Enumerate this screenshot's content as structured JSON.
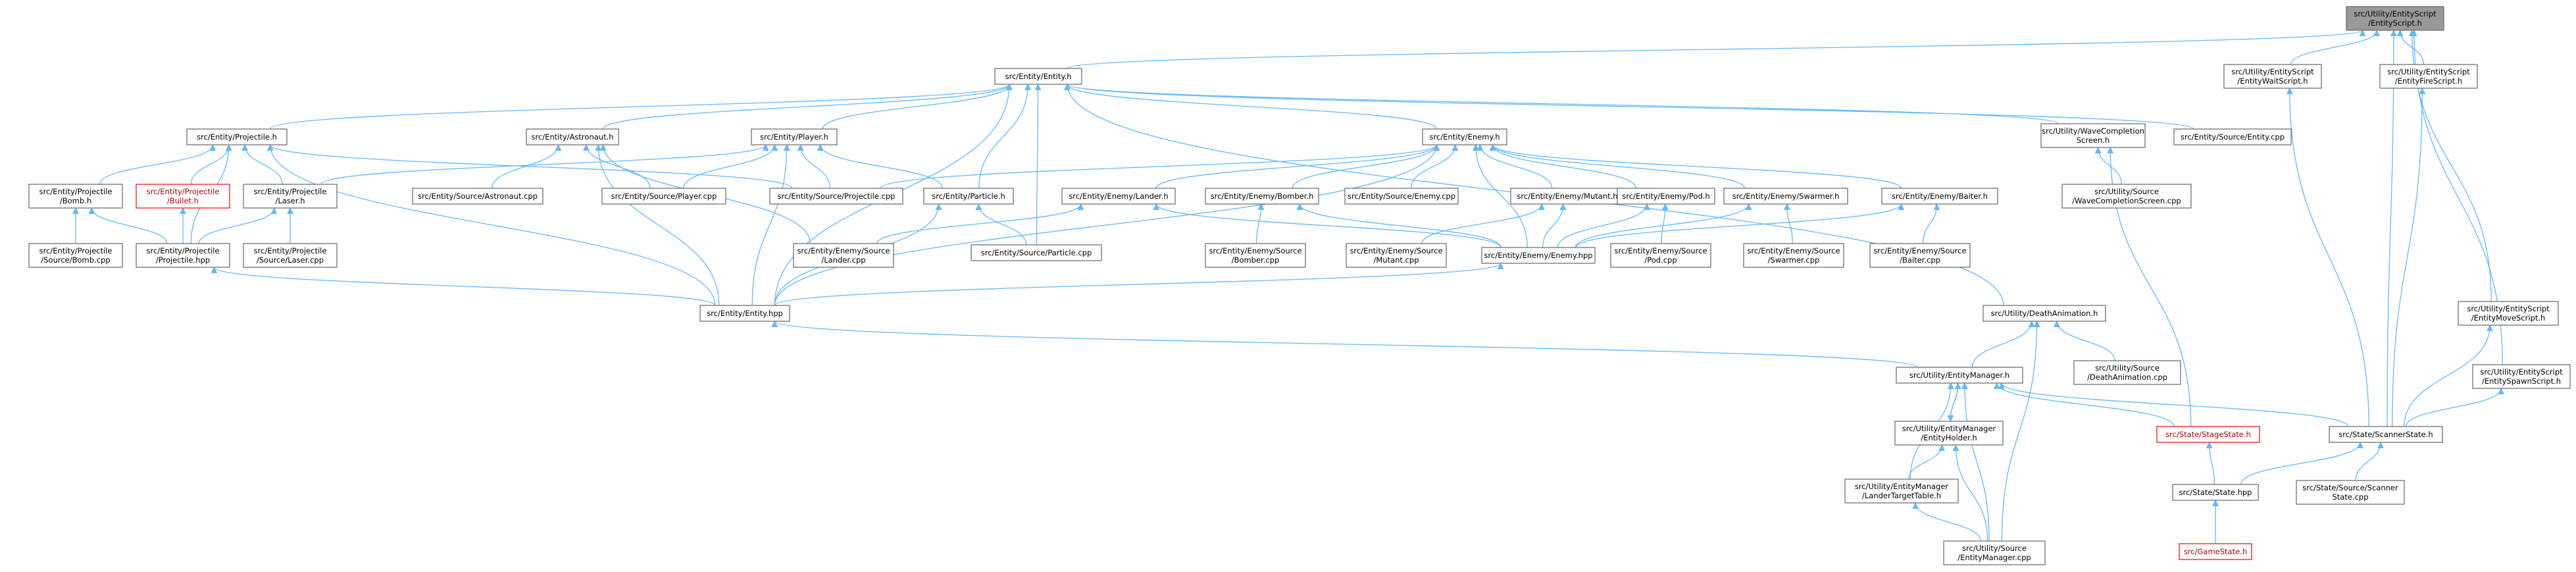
{
  "title": "",
  "nodes": [
    {
      "id": "root",
      "lines": [
        "src/Utility/EntityScript",
        "/EntityScript.h"
      ],
      "style": "root"
    },
    {
      "id": "entityh",
      "lines": [
        "src/Entity/Entity.h"
      ]
    },
    {
      "id": "waitscript",
      "lines": [
        "src/Utility/EntityScript",
        "/EntityWaitScript.h"
      ]
    },
    {
      "id": "firescript",
      "lines": [
        "src/Utility/EntityScript",
        "/EntityFireScript.h"
      ]
    },
    {
      "id": "projectileh",
      "lines": [
        "src/Entity/Projectile.h"
      ]
    },
    {
      "id": "astronauth",
      "lines": [
        "src/Entity/Astronaut.h"
      ]
    },
    {
      "id": "playerh",
      "lines": [
        "src/Entity/Player.h"
      ]
    },
    {
      "id": "enemyh",
      "lines": [
        "src/Entity/Enemy.h"
      ]
    },
    {
      "id": "wavecompletionh",
      "lines": [
        "src/Utility/WaveCompletion",
        "Screen.h"
      ]
    },
    {
      "id": "entitycpp",
      "lines": [
        "src/Entity/Source/Entity.cpp"
      ]
    },
    {
      "id": "bombh",
      "lines": [
        "src/Entity/Projectile",
        "/Bomb.h"
      ]
    },
    {
      "id": "bulleth",
      "lines": [
        "src/Entity/Projectile",
        "/Bullet.h"
      ],
      "style": "red"
    },
    {
      "id": "laserh",
      "lines": [
        "src/Entity/Projectile",
        "/Laser.h"
      ]
    },
    {
      "id": "astronautcpp",
      "lines": [
        "src/Entity/Source/Astronaut.cpp"
      ]
    },
    {
      "id": "playercpp",
      "lines": [
        "src/Entity/Source/Player.cpp"
      ]
    },
    {
      "id": "projectilecpp",
      "lines": [
        "src/Entity/Source/Projectile.cpp"
      ]
    },
    {
      "id": "particleh",
      "lines": [
        "src/Entity/Particle.h"
      ]
    },
    {
      "id": "landerh",
      "lines": [
        "src/Entity/Enemy/Lander.h"
      ]
    },
    {
      "id": "bomberh",
      "lines": [
        "src/Entity/Enemy/Bomber.h"
      ]
    },
    {
      "id": "enemycpp",
      "lines": [
        "src/Entity/Source/Enemy.cpp"
      ]
    },
    {
      "id": "mutanth",
      "lines": [
        "src/Entity/Enemy/Mutant.h"
      ]
    },
    {
      "id": "podh",
      "lines": [
        "src/Entity/Enemy/Pod.h"
      ]
    },
    {
      "id": "swarmerh",
      "lines": [
        "src/Entity/Enemy/Swarmer.h"
      ]
    },
    {
      "id": "baiterh",
      "lines": [
        "src/Entity/Enemy/Baiter.h"
      ]
    },
    {
      "id": "wavecompletioncpp",
      "lines": [
        "src/Utility/Source",
        "/WaveCompletionScreen.cpp"
      ]
    },
    {
      "id": "bombcpp",
      "lines": [
        "src/Entity/Projectile",
        "/Source/Bomb.cpp"
      ]
    },
    {
      "id": "projectilehpp",
      "lines": [
        "src/Entity/Projectile",
        "/Projectile.hpp"
      ]
    },
    {
      "id": "lasercpp",
      "lines": [
        "src/Entity/Projectile",
        "/Source/Laser.cpp"
      ]
    },
    {
      "id": "landercpp",
      "lines": [
        "src/Entity/Enemy/Source",
        "/Lander.cpp"
      ]
    },
    {
      "id": "particlecpp",
      "lines": [
        "src/Entity/Source/Particle.cpp"
      ]
    },
    {
      "id": "bombercpp",
      "lines": [
        "src/Entity/Enemy/Source",
        "/Bomber.cpp"
      ]
    },
    {
      "id": "mutantcpp",
      "lines": [
        "src/Entity/Enemy/Source",
        "/Mutant.cpp"
      ]
    },
    {
      "id": "enemyhpp",
      "lines": [
        "src/Entity/Enemy/Enemy.hpp"
      ]
    },
    {
      "id": "podcpp",
      "lines": [
        "src/Entity/Enemy/Source",
        "/Pod.cpp"
      ]
    },
    {
      "id": "swarmercpp",
      "lines": [
        "src/Entity/Enemy/Source",
        "/Swarmer.cpp"
      ]
    },
    {
      "id": "baitercpp",
      "lines": [
        "src/Entity/Enemy/Source",
        "/Baiter.cpp"
      ]
    },
    {
      "id": "entityhpp",
      "lines": [
        "src/Entity/Entity.hpp"
      ]
    },
    {
      "id": "deathanimh",
      "lines": [
        "src/Utility/DeathAnimation.h"
      ]
    },
    {
      "id": "deathanimcpp",
      "lines": [
        "src/Utility/Source",
        "/DeathAnimation.cpp"
      ]
    },
    {
      "id": "movescript",
      "lines": [
        "src/Utility/EntityScript",
        "/EntityMoveScript.h"
      ]
    },
    {
      "id": "spawnscript",
      "lines": [
        "src/Utility/EntityScript",
        "/EntitySpawnScript.h"
      ]
    },
    {
      "id": "entitymanagerh",
      "lines": [
        "src/Utility/EntityManager.h"
      ]
    },
    {
      "id": "stagestateh",
      "lines": [
        "src/State/StageState.h"
      ],
      "style": "red"
    },
    {
      "id": "scannerstateh",
      "lines": [
        "src/State/ScannerState.h"
      ]
    },
    {
      "id": "entityholderh",
      "lines": [
        "src/Utility/EntityManager",
        "/EntityHolder.h"
      ]
    },
    {
      "id": "statehpp",
      "lines": [
        "src/State/State.hpp"
      ]
    },
    {
      "id": "scannerstatecpp",
      "lines": [
        "src/State/Source/Scanner",
        "State.cpp"
      ]
    },
    {
      "id": "landertargettable",
      "lines": [
        "src/Utility/EntityManager",
        "/LanderTargetTable.h"
      ]
    },
    {
      "id": "gamestateh",
      "lines": [
        "src/GameState.h"
      ],
      "style": "red"
    },
    {
      "id": "entitymanagercpp",
      "lines": [
        "src/Utility/Source",
        "/EntityManager.cpp"
      ]
    }
  ],
  "edges": [
    [
      "root",
      "entityh"
    ],
    [
      "root",
      "waitscript"
    ],
    [
      "root",
      "firescript"
    ],
    [
      "root",
      "movescript"
    ],
    [
      "root",
      "spawnscript"
    ],
    [
      "root",
      "scannerstateh"
    ],
    [
      "entityh",
      "projectileh"
    ],
    [
      "entityh",
      "astronauth"
    ],
    [
      "entityh",
      "playerh"
    ],
    [
      "entityh",
      "enemyh"
    ],
    [
      "entityh",
      "wavecompletionh"
    ],
    [
      "entityh",
      "entitycpp"
    ],
    [
      "entityh",
      "particleh"
    ],
    [
      "entityh",
      "particlecpp"
    ],
    [
      "entityh",
      "entityhpp"
    ],
    [
      "entityh",
      "deathanimh"
    ],
    [
      "waitscript",
      "scannerstateh"
    ],
    [
      "firescript",
      "scannerstateh"
    ],
    [
      "movescript",
      "scannerstateh"
    ],
    [
      "spawnscript",
      "scannerstateh"
    ],
    [
      "projectileh",
      "bombh"
    ],
    [
      "projectileh",
      "bulleth"
    ],
    [
      "projectileh",
      "laserh"
    ],
    [
      "projectileh",
      "projectilecpp"
    ],
    [
      "projectileh",
      "projectilehpp"
    ],
    [
      "bombh",
      "bombcpp"
    ],
    [
      "bombh",
      "projectilehpp"
    ],
    [
      "bulleth",
      "projectilehpp"
    ],
    [
      "laserh",
      "projectilehpp"
    ],
    [
      "laserh",
      "lasercpp"
    ],
    [
      "projectilehpp",
      "entityhpp"
    ],
    [
      "projectileh",
      "entityhpp"
    ],
    [
      "astronauth",
      "astronautcpp"
    ],
    [
      "astronauth",
      "playercpp"
    ],
    [
      "astronauth",
      "landercpp"
    ],
    [
      "astronauth",
      "entityhpp"
    ],
    [
      "playerh",
      "laserh"
    ],
    [
      "playerh",
      "playercpp"
    ],
    [
      "playerh",
      "projectilecpp"
    ],
    [
      "playerh",
      "particleh"
    ],
    [
      "playerh",
      "entityhpp"
    ],
    [
      "enemyh",
      "landerh"
    ],
    [
      "enemyh",
      "bomberh"
    ],
    [
      "enemyh",
      "enemycpp"
    ],
    [
      "enemyh",
      "mutanth"
    ],
    [
      "enemyh",
      "podh"
    ],
    [
      "enemyh",
      "swarmerh"
    ],
    [
      "enemyh",
      "baiterh"
    ],
    [
      "enemyh",
      "projectilecpp"
    ],
    [
      "enemyh",
      "enemyhpp"
    ],
    [
      "enemyh",
      "entityhpp"
    ],
    [
      "particleh",
      "particlecpp"
    ],
    [
      "particleh",
      "entityhpp"
    ],
    [
      "landerh",
      "landercpp"
    ],
    [
      "landerh",
      "enemyhpp"
    ],
    [
      "bomberh",
      "bombercpp"
    ],
    [
      "bomberh",
      "enemyhpp"
    ],
    [
      "mutanth",
      "mutantcpp"
    ],
    [
      "mutanth",
      "enemyhpp"
    ],
    [
      "podh",
      "podcpp"
    ],
    [
      "podh",
      "enemyhpp"
    ],
    [
      "swarmerh",
      "swarmercpp"
    ],
    [
      "swarmerh",
      "enemyhpp"
    ],
    [
      "baiterh",
      "baitercpp"
    ],
    [
      "baiterh",
      "enemyhpp"
    ],
    [
      "enemyhpp",
      "entityhpp"
    ],
    [
      "wavecompletionh",
      "wavecompletioncpp"
    ],
    [
      "wavecompletionh",
      "stagestateh"
    ],
    [
      "entityhpp",
      "entitymanagerh"
    ],
    [
      "deathanimh",
      "deathanimcpp"
    ],
    [
      "deathanimh",
      "entitymanagerh"
    ],
    [
      "deathanimh",
      "entitymanagercpp"
    ],
    [
      "entitymanagerh",
      "entityholderh"
    ],
    [
      "entitymanagerh",
      "landertargettable"
    ],
    [
      "entitymanagerh",
      "stagestateh"
    ],
    [
      "entitymanagerh",
      "scannerstateh"
    ],
    [
      "entitymanagerh",
      "entitymanagercpp"
    ],
    [
      "entityholderh",
      "entitymanagerh"
    ],
    [
      "entityholderh",
      "landertargettable"
    ],
    [
      "entityholderh",
      "entitymanagercpp"
    ],
    [
      "landertargettable",
      "entitymanagercpp"
    ],
    [
      "stagestateh",
      "statehpp"
    ],
    [
      "scannerstateh",
      "statehpp"
    ],
    [
      "scannerstateh",
      "scannerstatecpp"
    ],
    [
      "statehpp",
      "gamestateh"
    ]
  ]
}
